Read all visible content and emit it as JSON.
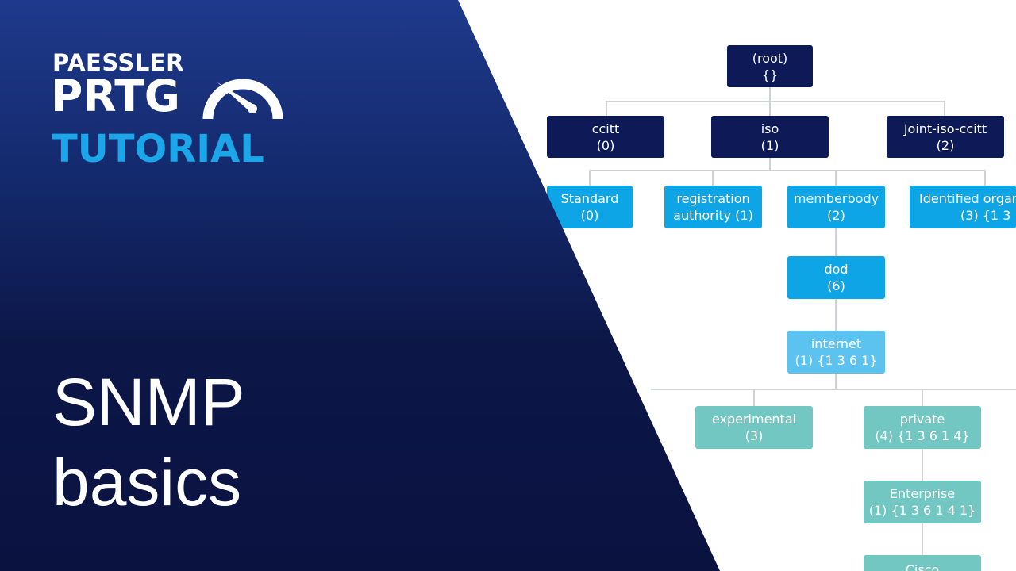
{
  "brand": {
    "company": "PAESSLER",
    "product": "PRTG",
    "series": "TUTORIAL",
    "icon": "gauge-icon",
    "colors": {
      "banner_top": "#1f3a8c",
      "banner_bottom": "#0a1240",
      "accent": "#1aa6e8"
    }
  },
  "title": {
    "line1": "SNMP",
    "line2": "basics"
  },
  "tree": {
    "root": {
      "name": "(root)",
      "id": "{}"
    },
    "ccitt": {
      "name": "ccitt",
      "id": "(0)"
    },
    "iso": {
      "name": "iso",
      "id": "(1)"
    },
    "joint": {
      "name": "Joint-iso-ccitt",
      "id": "(2)"
    },
    "standard": {
      "name": "Standard",
      "id": "(0)"
    },
    "registration": {
      "name": "registration",
      "id": "authority (1)"
    },
    "memberbody": {
      "name": "memberbody",
      "id": "(2)"
    },
    "identified": {
      "name": "Identified organ",
      "id": "(3) {1 3"
    },
    "dod": {
      "name": "dod",
      "id": "(6)"
    },
    "internet": {
      "name": "internet",
      "id": "(1) {1 3 6 1}"
    },
    "experimental": {
      "name": "experimental",
      "id": "(3)"
    },
    "private": {
      "name": "private",
      "id": "(4) {1 3 6 1 4}"
    },
    "enterprise": {
      "name": "Enterprise",
      "id": "(1) {1 3 6 1 4 1}"
    },
    "cisco": {
      "name": "Cisco",
      "id": ""
    }
  }
}
